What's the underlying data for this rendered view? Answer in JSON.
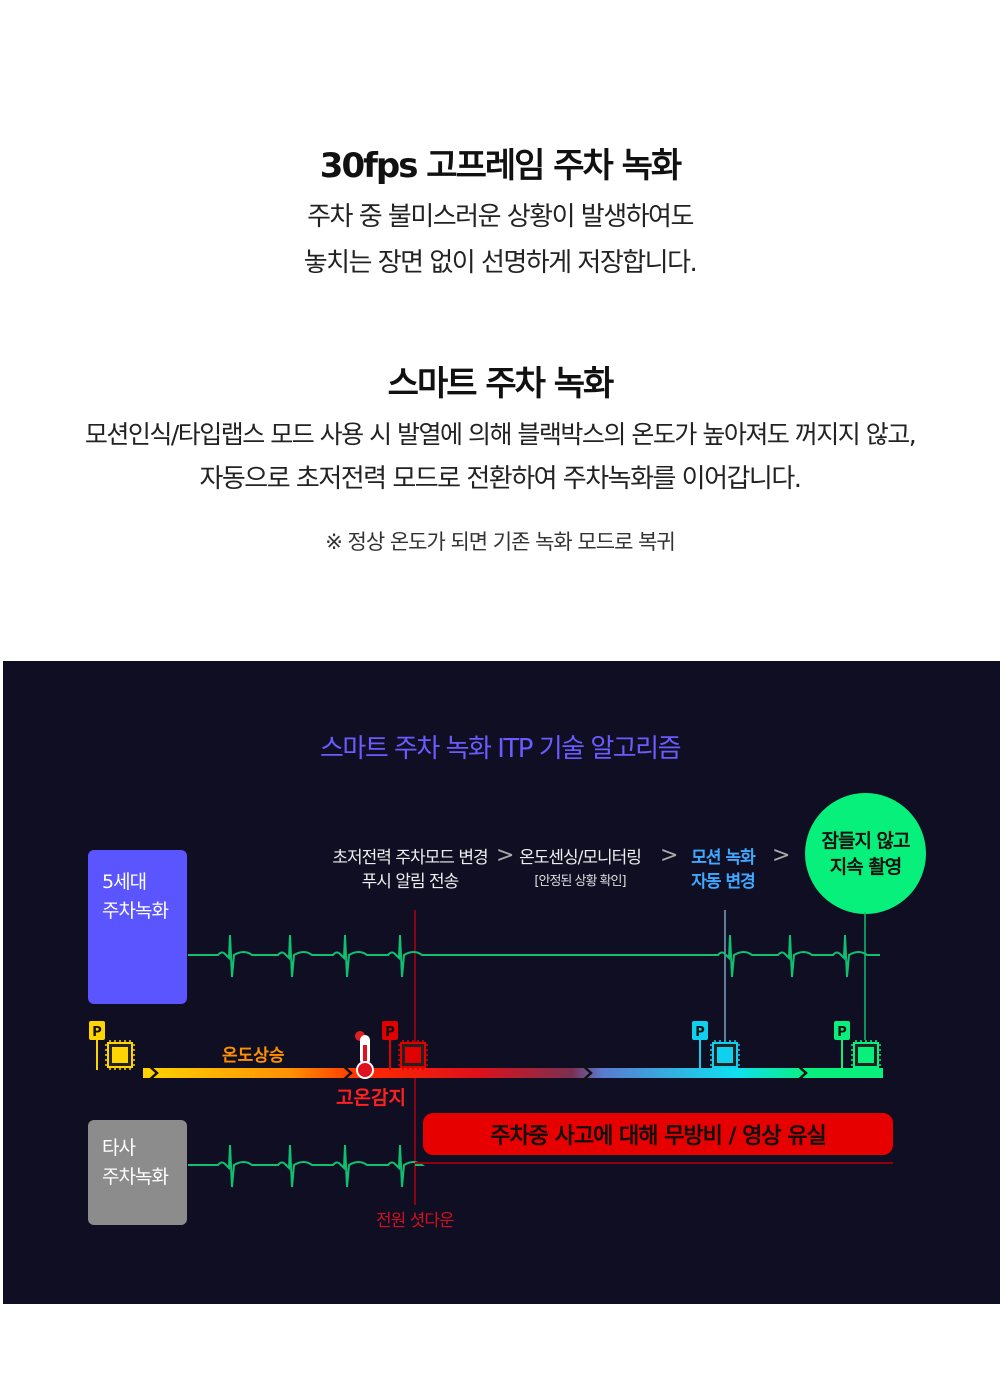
{
  "section1": {
    "title": "30fps 고프레임 주차 녹화",
    "lines": [
      "주차 중 불미스러운 상황이 발생하여도",
      "놓치는 장면 없이 선명하게 저장합니다."
    ]
  },
  "section2": {
    "title": "스마트 주차 녹화",
    "lines": [
      "모션인식/타입랩스 모드 사용 시 발열에 의해 블랙박스의 온도가 높아져도 꺼지지 않고,",
      "자동으로 초저전력 모드로 전환하여 주차녹화를 이어갑니다."
    ],
    "note": "※ 정상 온도가 되면 기존 녹화 모드로 복귀"
  },
  "diagram": {
    "title": "스마트 주차 녹화 ITP 기술 알고리즘",
    "step1": [
      "초저전력 주차모드 변경",
      "푸시 알림 전송"
    ],
    "step2": [
      "온도센싱/모니터링",
      "[안정된 상황 확인]"
    ],
    "step3": [
      "모션 녹화",
      "자동 변경"
    ],
    "step4": [
      "잠들지 않고",
      "지속 촬영"
    ],
    "chevron": ">",
    "gen5": [
      "5세대",
      "주차녹화"
    ],
    "other": [
      "타사",
      "주차녹화"
    ],
    "temp_rise": "온도상승",
    "high_temp": "고온감지",
    "banner": "주차중 사고에 대해 무방비 / 영상 유실",
    "shutdown": "전원 셧다운",
    "parking_sign": "P",
    "colors": {
      "gen5": "#5b55ff",
      "other": "#8c8c8c",
      "alert": "#e60000",
      "green": "#08f07c",
      "blue": "#3fa8ff"
    }
  }
}
